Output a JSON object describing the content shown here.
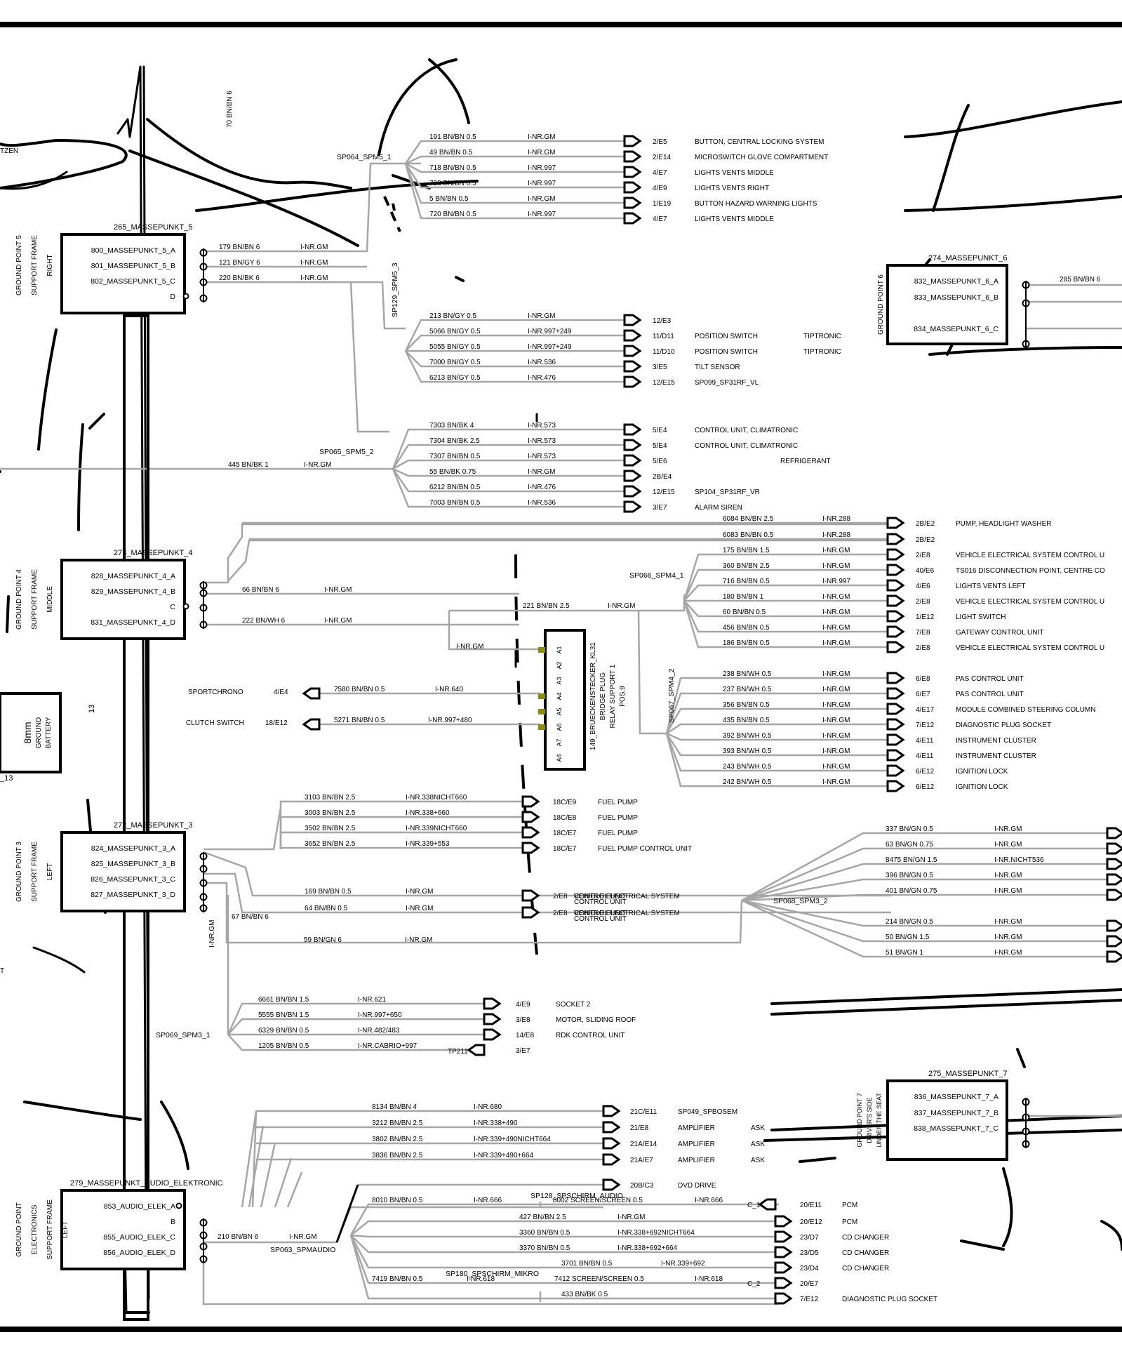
{
  "colors": {
    "wire": "#a6a6a6",
    "ink": "#000000",
    "pin": "#8c8c00"
  },
  "icons": {
    "terminal": "ring-terminal-icon",
    "connector": "connector-arrow-icon",
    "splice": "splice-fan-icon"
  },
  "grounds": [
    {
      "side": [
        "GROUND POINT 5",
        "SUPPORT FRAME",
        "RIGHT"
      ],
      "name": "265_MASSEPUNKT_5",
      "pins": [
        "800_MASSEPUNKT_5_A",
        "801_MASSEPUNKT_5_B",
        "802_MASSEPUNKT_5_C",
        "D"
      ]
    },
    {
      "side": [
        "GROUND POINT 4",
        "SUPPORT FRAME",
        "MIDDLE"
      ],
      "name": "273_MASSEPUNKT_4",
      "pins": [
        "828_MASSEPUNKT_4_A",
        "829_MASSEPUNKT_4_B",
        "C",
        "831_MASSEPUNKT_4_D"
      ]
    },
    {
      "side": [
        "GROUND POINT 3",
        "SUPPORT FRAME",
        "LEFT"
      ],
      "name": "272_MASSEPUNKT_3",
      "pins": [
        "824_MASSEPUNKT_3_A",
        "825_MASSEPUNKT_3_B",
        "826_MASSEPUNKT_3_C",
        "827_MASSEPUNKT_3_D"
      ]
    },
    {
      "side": [
        "GROUND POINT",
        "ELECTRONICS",
        "SUPPORT FRAME",
        "LEFT"
      ],
      "name": "279_MASSEPUNKT_AUDIO_ELEKTRONIC",
      "pins": [
        "853_AUDIO_ELEK_A",
        "B",
        "855_AUDIO_ELEK_C",
        "856_AUDIO_ELEK_D"
      ]
    },
    {
      "side": [
        "GROUND POINT 6"
      ],
      "name": "274_MASSEPUNKT_6",
      "pins": [
        "832_MASSEPUNKT_6_A",
        "833_MASSEPUNKT_6_B",
        "834_MASSEPUNKT_6_C"
      ]
    },
    {
      "side": [
        "GROUND POINT 7",
        "DRIVER'S SIDE",
        "UNDER THE SEAT"
      ],
      "name": "275_MASSEPUNKT_7",
      "pins": [
        "836_MASSEPUNKT_7_A",
        "837_MASSEPUNKT_7_B",
        "838_MASSEPUNKT_7_C"
      ]
    }
  ],
  "battery": {
    "lines": [
      "8mm",
      "GROUND",
      "BATTERY"
    ],
    "ref": "_13",
    "num": "13"
  },
  "bridge": {
    "lines": [
      "149_BRUECKENSTECKER_KL31",
      "BRIDGE PLUG",
      "RELAY SUPPORT 1",
      "POS.9"
    ],
    "pins": [
      "A1",
      "A2",
      "A3",
      "A4",
      "A5",
      "A6",
      "A7",
      "A8"
    ]
  },
  "splices": [
    "SP064_SPM5_1",
    "SP129_SPM5_3",
    "SP065_SPM5_2",
    "SP066_SPM4_1",
    "SP067_SPM4_2",
    "SP068_SPM3_2",
    "SP069_SPM3_1",
    "SP063_SPMAUDIO",
    "SP128_SPSCHIRM_AUDIO",
    "SP180_SPSCHIRM_MIKRO"
  ],
  "feeders": [
    [
      "179 BN/BN 6",
      "I-NR.GM"
    ],
    [
      "121 BN/GY 6",
      "I-NR.GM"
    ],
    [
      "220 BN/BK 6",
      "I-NR.GM"
    ],
    [
      "445 BN/BK 1",
      "I-NR.GM"
    ],
    [
      "66 BN/BN 6",
      "I-NR.GM"
    ],
    [
      "222 BN/WH 6",
      "I-NR.GM"
    ],
    [
      "221 BN/BN 2.5",
      "I-NR.GM"
    ],
    [
      "59 BN/GN 6",
      "I-NR.GM"
    ],
    [
      "210 BN/BN 6",
      "I-NR.GM"
    ],
    [
      "285 BN/BN 6",
      ""
    ],
    [
      "70 BN/BN 6",
      ""
    ],
    [
      "67 BN/BN 6",
      "I-NR.GM"
    ],
    [
      "",
      "I-NR.GM"
    ]
  ],
  "wires": [
    [
      "191 BN/BN 0.5",
      "I-NR.GM",
      "2/E5",
      "BUTTON, CENTRAL LOCKING SYSTEM"
    ],
    [
      "49 BN/BN 0.5",
      "I-NR.GM",
      "2/E14",
      "MICROSWITCH   GLOVE COMPARTMENT"
    ],
    [
      "718 BN/BN 0.5",
      "I-NR.997",
      "4/E7",
      "LIGHTS  VENTS  MIDDLE"
    ],
    [
      "723 BN/BN 0.5",
      "I-NR.997",
      "4/E9",
      "LIGHTS  VENTS  RIGHT"
    ],
    [
      "5 BN/BN 0.5",
      "I-NR.GM",
      "1/E19",
      "BUTTON  HAZARD WARNING LIGHTS"
    ],
    [
      "720 BN/BN 0.5",
      "I-NR.997",
      "4/E7",
      "LIGHTS  VENTS  MIDDLE"
    ],
    [
      "213 BN/GY 0.5",
      "I-NR.GM",
      "12/E3",
      ""
    ],
    [
      "5066 BN/GY 0.5",
      "I-NR.997+249",
      "11/D11",
      "POSITION SWITCH",
      "TIPTRONIC"
    ],
    [
      "5055 BN/GY 0.5",
      "I-NR.997+249",
      "11/D10",
      "POSITION SWITCH",
      "TIPTRONIC"
    ],
    [
      "7000 BN/GY 0.5",
      "I-NR.536",
      "3/E5",
      "TILT SENSOR"
    ],
    [
      "6213 BN/GY 0.5",
      "I-NR.476",
      "12/E15",
      "SP099_SP31RF_VL"
    ],
    [
      "7303 BN/BK 4",
      "I-NR.573",
      "5/E4",
      "CONTROL UNIT, CLIMATRONIC"
    ],
    [
      "7304 BN/BK 2.5",
      "I-NR.573",
      "5/E4",
      "CONTROL UNIT, CLIMATRONIC"
    ],
    [
      "7307 BN/BN 0.5",
      "I-NR.573",
      "5/E6",
      "",
      "REFRIGERANT"
    ],
    [
      "55 BN/BK 0.75",
      "I-NR.GM",
      "2B/E4",
      ""
    ],
    [
      "6212 BN/BN 0.5",
      "I-NR.476",
      "12/E15",
      "SP104_SP31RF_VR"
    ],
    [
      "7003 BN/BN 0.5",
      "I-NR.536",
      "3/E7",
      "ALARM SIREN"
    ],
    [
      "6084 BN/BN 2.5",
      "I-NR.288",
      "2B/E2",
      "PUMP, HEADLIGHT WASHER"
    ],
    [
      "6083 BN/BN 0.5",
      "I-NR.288",
      "2B/E2",
      ""
    ],
    [
      "175 BN/BN 1.5",
      "I-NR.GM",
      "2/E8",
      "VEHICLE ELECTRICAL SYSTEM CONTROL U"
    ],
    [
      "360 BN/BN 2.5",
      "I-NR.GM",
      "40/E6",
      "TS016 DISCONNECTION POINT, CENTRE CO"
    ],
    [
      "716 BN/BN 0.5",
      "I-NR.997",
      "4/E6",
      "LIGHTS  VENTS LEFT"
    ],
    [
      "180 BN/BN 1",
      "I-NR.GM",
      "2/E8",
      "VEHICLE ELECTRICAL SYSTEM  CONTROL U"
    ],
    [
      "60 BN/BN 0.5",
      "I-NR.GM",
      "1/E12",
      "LIGHT SWITCH"
    ],
    [
      "456 BN/BN 0.5",
      "I-NR.GM",
      "7/E8",
      "GATEWAY CONTROL UNIT"
    ],
    [
      "186 BN/BN 0.5",
      "I-NR.GM",
      "2/E8",
      "VEHICLE ELECTRICAL SYSTEM CONTROL U"
    ],
    [
      "238 BN/WH 0.5",
      "I-NR.GM",
      "6/E8",
      "PAS CONTROL UNIT"
    ],
    [
      "237 BN/WH 0.5",
      "I-NR.GM",
      "6/E7",
      "PAS CONTROL UNIT"
    ],
    [
      "356 BN/BN 0.5",
      "I-NR.GM",
      "4/E17",
      "MODULE  COMBINED STEERING COLUMN"
    ],
    [
      "435 BN/BN 0.5",
      "I-NR.GM",
      "7/E12",
      "DIAGNOSTIC PLUG SOCKET"
    ],
    [
      "392 BN/WH 0.5",
      "I-NR.GM",
      "4/E11",
      "INSTRUMENT CLUSTER"
    ],
    [
      "393 BN/WH 0.5",
      "I-NR.GM",
      "4/E11",
      "INSTRUMENT CLUSTER"
    ],
    [
      "243 BN/WH 0.5",
      "I-NR.GM",
      "6/E12",
      "IGNITION LOCK"
    ],
    [
      "242 BN/WH 0.5",
      "I-NR.GM",
      "6/E12",
      "IGNITION LOCK"
    ],
    [
      "7580 BN/BN 0.5",
      "I-NR.640",
      "4/E4",
      "SPORTCHRONO"
    ],
    [
      "5271 BN/BN 0.5",
      "I-NR.997+480",
      "18/E12",
      "CLUTCH SWITCH"
    ],
    [
      "3103 BN/BN 2.5",
      "I-NR.338NICHT660",
      "18C/E9",
      "FUEL PUMP"
    ],
    [
      "3003 BN/BN 2.5",
      "I-NR.338+660",
      "18C/E8",
      "FUEL PUMP"
    ],
    [
      "3502 BN/BN 2.5",
      "I-NR.339NICHT660",
      "18C/E7",
      "FUEL PUMP"
    ],
    [
      "3652 BN/BN 2.5",
      "I-NR.339+553",
      "18C/E7",
      "FUEL PUMP CONTROL UNIT"
    ],
    [
      "169 BN/BN 0.5",
      "I-NR.GM",
      "2/E8",
      "VEHICLE ELECTRICAL SYSTEM",
      "CONTROL UNIT"
    ],
    [
      "64 BN/BN 0.5",
      "I-NR.GM",
      "2/E8",
      "VEHICLE ELECTRICAL SYSTEM",
      "CONTROL UNIT"
    ],
    [
      "337 BN/GN 0.5",
      "I-NR.GM",
      "",
      ""
    ],
    [
      "63 BN/GN 0.75",
      "I-NR.GM",
      "",
      ""
    ],
    [
      "8475 BN/GN 1.5",
      "I-NR.NICHT536",
      "",
      ""
    ],
    [
      "396 BN/GN 0.5",
      "I-NR.GM",
      "",
      ""
    ],
    [
      "401 BN/GN 0.75",
      "I-NR.GM",
      "",
      ""
    ],
    [
      "214 BN/GN 0.5",
      "I-NR.GM",
      "",
      ""
    ],
    [
      "50 BN/GN 1.5",
      "I-NR.GM",
      "",
      ""
    ],
    [
      "51 BN/GN 1",
      "I-NR.GM",
      "",
      ""
    ],
    [
      "6661 BN/BN 1.5",
      "I-NR.621",
      "4/E9",
      "SOCKET 2"
    ],
    [
      "5555 BN/BN 1.5",
      "I-NR.997+650",
      "3/E8",
      "MOTOR, SLIDING ROOF"
    ],
    [
      "6329 BN/BN 0.5",
      "I-NR.482/483",
      "14/E8",
      "RDK CONTROL UNIT",
      "TP211"
    ],
    [
      "1205 BN/BN 0.5",
      "I-NR.CABRIO+997",
      "3/E7",
      ""
    ],
    [
      "8134 BN/BN 4",
      "I-NR.680",
      "21C/E11",
      "SP049_SPBOSEM"
    ],
    [
      "3212 BN/BN 2.5",
      "I-NR.338+490",
      "21/E8",
      "AMPLIFIER",
      "ASK"
    ],
    [
      "3802 BN/BN 2.5",
      "I-NR.339+490NICHT664",
      "21A/E14",
      "AMPLIFIER",
      "ASK"
    ],
    [
      "3836 BN/BN 2.5",
      "I-NR.339+490+664",
      "21A/E7",
      "AMPLIFIER",
      "ASK"
    ],
    [
      "",
      "",
      "20B/C3",
      "DVD DRIVE"
    ],
    [
      "8010 BN/BN 0.5",
      "I-NR.666",
      "",
      ""
    ],
    [
      "8002 SCREEN/SCREEN 0.5",
      "I-NR.666",
      "20/E11",
      "PCM",
      "C_1"
    ],
    [
      "427 BN/BN 2.5",
      "I-NR.GM",
      "20/E12",
      "PCM"
    ],
    [
      "3360 BN/BN 0.5",
      "I-NR.338+692NICHT664",
      "23/D7",
      "CD CHANGER"
    ],
    [
      "3370 BN/BN 0.5",
      "I-NR.338+692+664",
      "23/D5",
      "CD CHANGER"
    ],
    [
      "3701 BN/BN 0.5",
      "I-NR.339+692",
      "23/D4",
      "CD CHANGER"
    ],
    [
      "7419 BN/BN 0.5",
      "I-NR.618",
      "",
      ""
    ],
    [
      "7412 SCREEN/SCREEN 0.5",
      "I-NR.618",
      "20/E7",
      "",
      "C_2"
    ],
    [
      "433 BN/BK 0.5",
      "",
      "7/E12",
      "DIAGNOSTIC PLUG SOCKET"
    ]
  ],
  "fragments": [
    "TZEN",
    "T",
    "ALARM SIREN"
  ]
}
